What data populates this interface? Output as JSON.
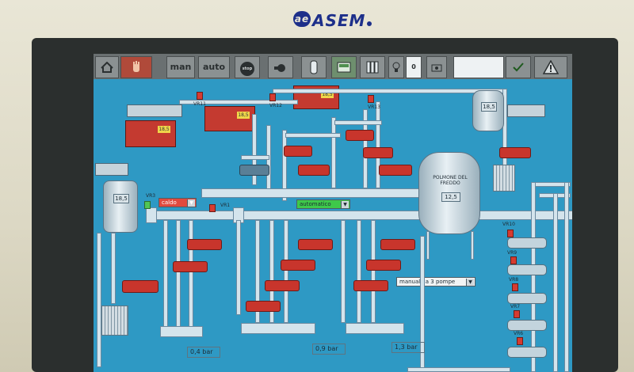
{
  "brand": {
    "mark": "ae",
    "name": "ASEM"
  },
  "toolbar": {
    "man_label": "man",
    "auto_label": "auto",
    "stop_label": "stop",
    "counter_value": "0"
  },
  "modes": {
    "top_header_mode": "automatico",
    "left_mode": "caldo",
    "pumps_mode": "manuale a 3 pompe"
  },
  "tanks": {
    "main_tank_label": "POLMONE DEL FREDDO",
    "main_tank_value": "12,5",
    "left_tank_value": "18,5",
    "right_tank_value": "18,5"
  },
  "chillers": [
    {
      "value": "18,5"
    },
    {
      "value": "18,5"
    },
    {
      "value": "18,5"
    }
  ],
  "valve_tags": {
    "vr1": "VR1",
    "vr3": "VR3",
    "vr10": "VR10",
    "vr9": "VR9",
    "vr8": "VR8",
    "vr7": "VR7",
    "vr6": "VR6",
    "vr11": "VR11",
    "vr12": "VR12",
    "vr13": "VR13"
  },
  "pressures": [
    {
      "value": "0,4",
      "unit": "bar"
    },
    {
      "value": "0,9",
      "unit": "bar"
    },
    {
      "value": "1,3",
      "unit": "bar"
    }
  ],
  "colors": {
    "screen_bg": "#2e99c4",
    "pump_red": "#c8352c",
    "status_green": "#3ec94a"
  },
  "icons": {
    "home": "home-icon",
    "alarm_hand": "hand-icon",
    "stop": "stop-icon",
    "check": "check-icon",
    "warning": "warning-icon"
  }
}
